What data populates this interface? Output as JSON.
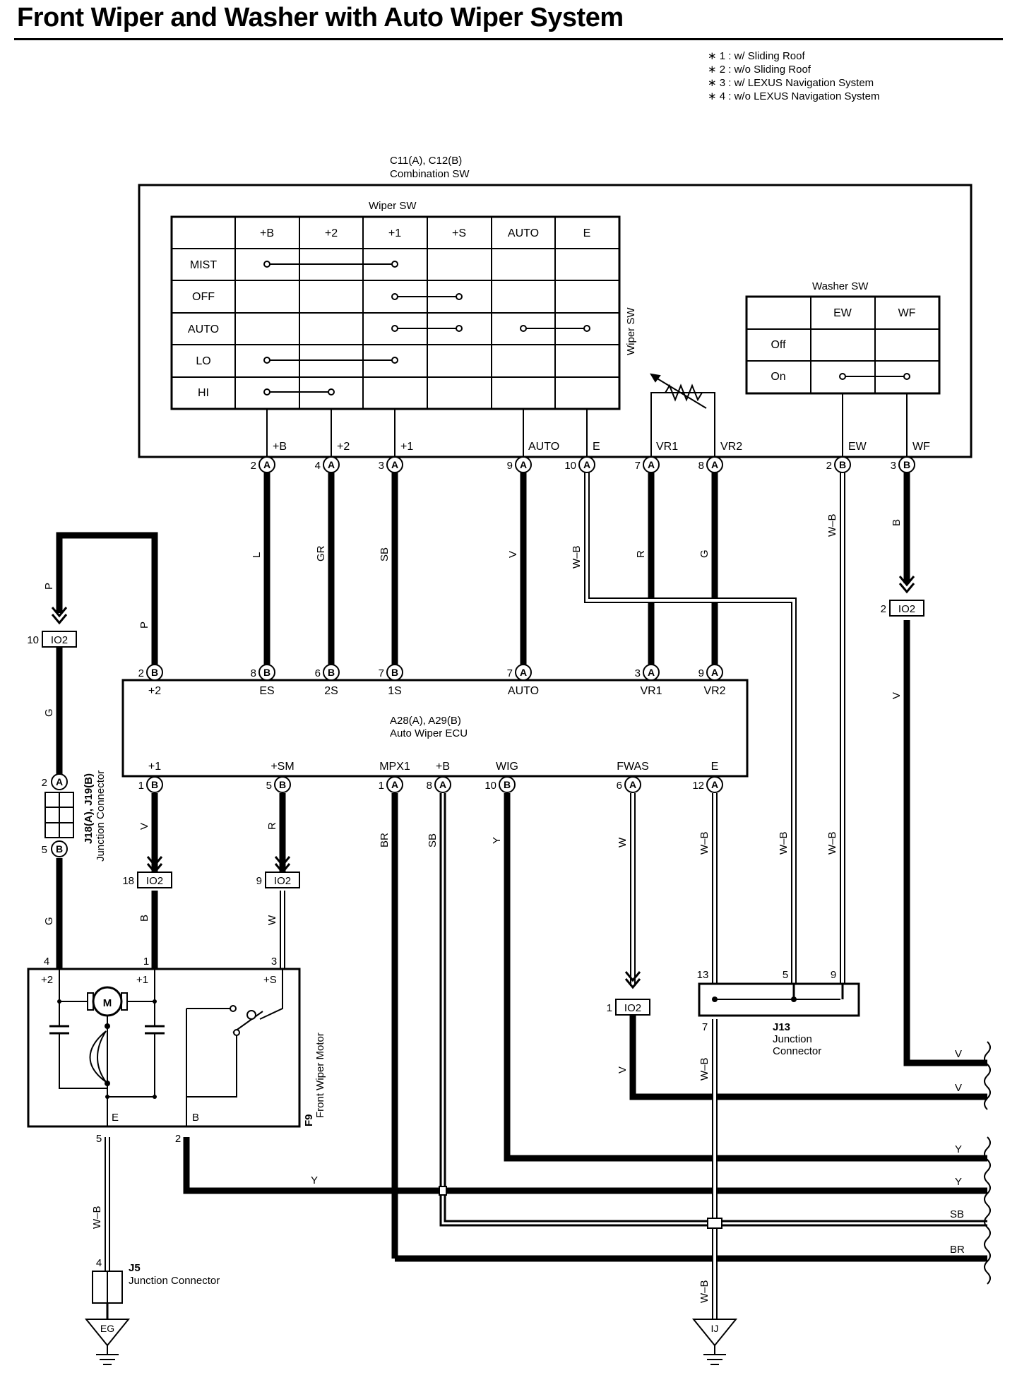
{
  "title": "Front Wiper and Washer with Auto Wiper System",
  "notes": [
    "∗ 1 : w/ Sliding Roof",
    "∗ 2 : w/o Sliding Roof",
    "∗ 3 : w/ LEXUS Navigation System",
    "∗ 4 : w/o LEXUS Navigation System"
  ],
  "combination_sw": {
    "code": "C11(A), C12(B)",
    "name": "Combination SW",
    "wiper_table_title": "Wiper SW",
    "wiper_side_label": "Wiper SW",
    "columns": [
      "+B",
      "+2",
      "+1",
      "+S",
      "AUTO",
      "E"
    ],
    "rows": [
      "MIST",
      "OFF",
      "AUTO",
      "LO",
      "HI"
    ],
    "washer_title": "Washer SW",
    "washer_columns": [
      "EW",
      "WF"
    ],
    "washer_rows": [
      "Off",
      "On"
    ],
    "terminal_labels": [
      "+B",
      "+2",
      "+1",
      "AUTO",
      "E",
      "VR1",
      "VR2",
      "EW",
      "WF"
    ],
    "pins": [
      {
        "num": "2",
        "conn": "A"
      },
      {
        "num": "4",
        "conn": "A"
      },
      {
        "num": "3",
        "conn": "A"
      },
      {
        "num": "9",
        "conn": "A"
      },
      {
        "num": "10",
        "conn": "A"
      },
      {
        "num": "7",
        "conn": "A"
      },
      {
        "num": "8",
        "conn": "A"
      },
      {
        "num": "2",
        "conn": "B"
      },
      {
        "num": "3",
        "conn": "B"
      }
    ]
  },
  "wire_colors_top": [
    "L",
    "GR",
    "SB",
    "V",
    "W–B",
    "R",
    "G",
    "W–B",
    "B"
  ],
  "ecu": {
    "code": "A28(A), A29(B)",
    "name": "Auto Wiper ECU",
    "top_terminals": [
      "+2",
      "ES",
      "2S",
      "1S",
      "AUTO",
      "VR1",
      "VR2"
    ],
    "top_pins": [
      {
        "num": "2",
        "conn": "B"
      },
      {
        "num": "8",
        "conn": "B"
      },
      {
        "num": "6",
        "conn": "B"
      },
      {
        "num": "7",
        "conn": "B"
      },
      {
        "num": "7",
        "conn": "A"
      },
      {
        "num": "3",
        "conn": "A"
      },
      {
        "num": "9",
        "conn": "A"
      }
    ],
    "bottom_terminals": [
      "+1",
      "+SM",
      "MPX1",
      "+B",
      "WIG",
      "FWAS",
      "E"
    ],
    "bottom_pins": [
      {
        "num": "1",
        "conn": "B"
      },
      {
        "num": "5",
        "conn": "B"
      },
      {
        "num": "1",
        "conn": "A"
      },
      {
        "num": "8",
        "conn": "A"
      },
      {
        "num": "10",
        "conn": "B"
      },
      {
        "num": "6",
        "conn": "A"
      },
      {
        "num": "12",
        "conn": "A"
      }
    ]
  },
  "wire_colors_lower": [
    "V",
    "R",
    "BR",
    "SB",
    "Y",
    "W",
    "W–B",
    "W–B",
    "W–B"
  ],
  "left_loop": {
    "upper": "P",
    "upper2": "P",
    "mid": "G",
    "low": "G"
  },
  "io2_label": "IO2",
  "io2_pins": [
    "10",
    "2",
    "18",
    "9",
    "1"
  ],
  "wire_after_io2": [
    "B",
    "W",
    "V",
    "V"
  ],
  "j18": {
    "code": "J18(A), J19(B)",
    "name": "Junction Connector",
    "pin_top": "2",
    "pin_bottom": "5",
    "conn_top": "A",
    "conn_bottom": "B"
  },
  "motor": {
    "code": "F9",
    "name": "Front Wiper Motor",
    "terminals": [
      "+2",
      "+1",
      "+S",
      "E",
      "B"
    ],
    "pins": [
      "4",
      "1",
      "3",
      "5",
      "2"
    ],
    "symbol": "M"
  },
  "j13": {
    "code": "J13",
    "name1": "Junction",
    "name2": "Connector",
    "pins": [
      "13",
      "5",
      "9",
      "7"
    ]
  },
  "j5": {
    "code": "J5",
    "name": "Junction Connector",
    "pin": "4"
  },
  "motor_ground_wire": "W–B",
  "j13_out_wire": "W–B",
  "j13_out_wire2": "W–B",
  "grounds": [
    "EG",
    "IJ"
  ],
  "right_wires": [
    "V",
    "V",
    "Y",
    "Y",
    "SB",
    "BR"
  ],
  "motor_b_wire": "Y"
}
